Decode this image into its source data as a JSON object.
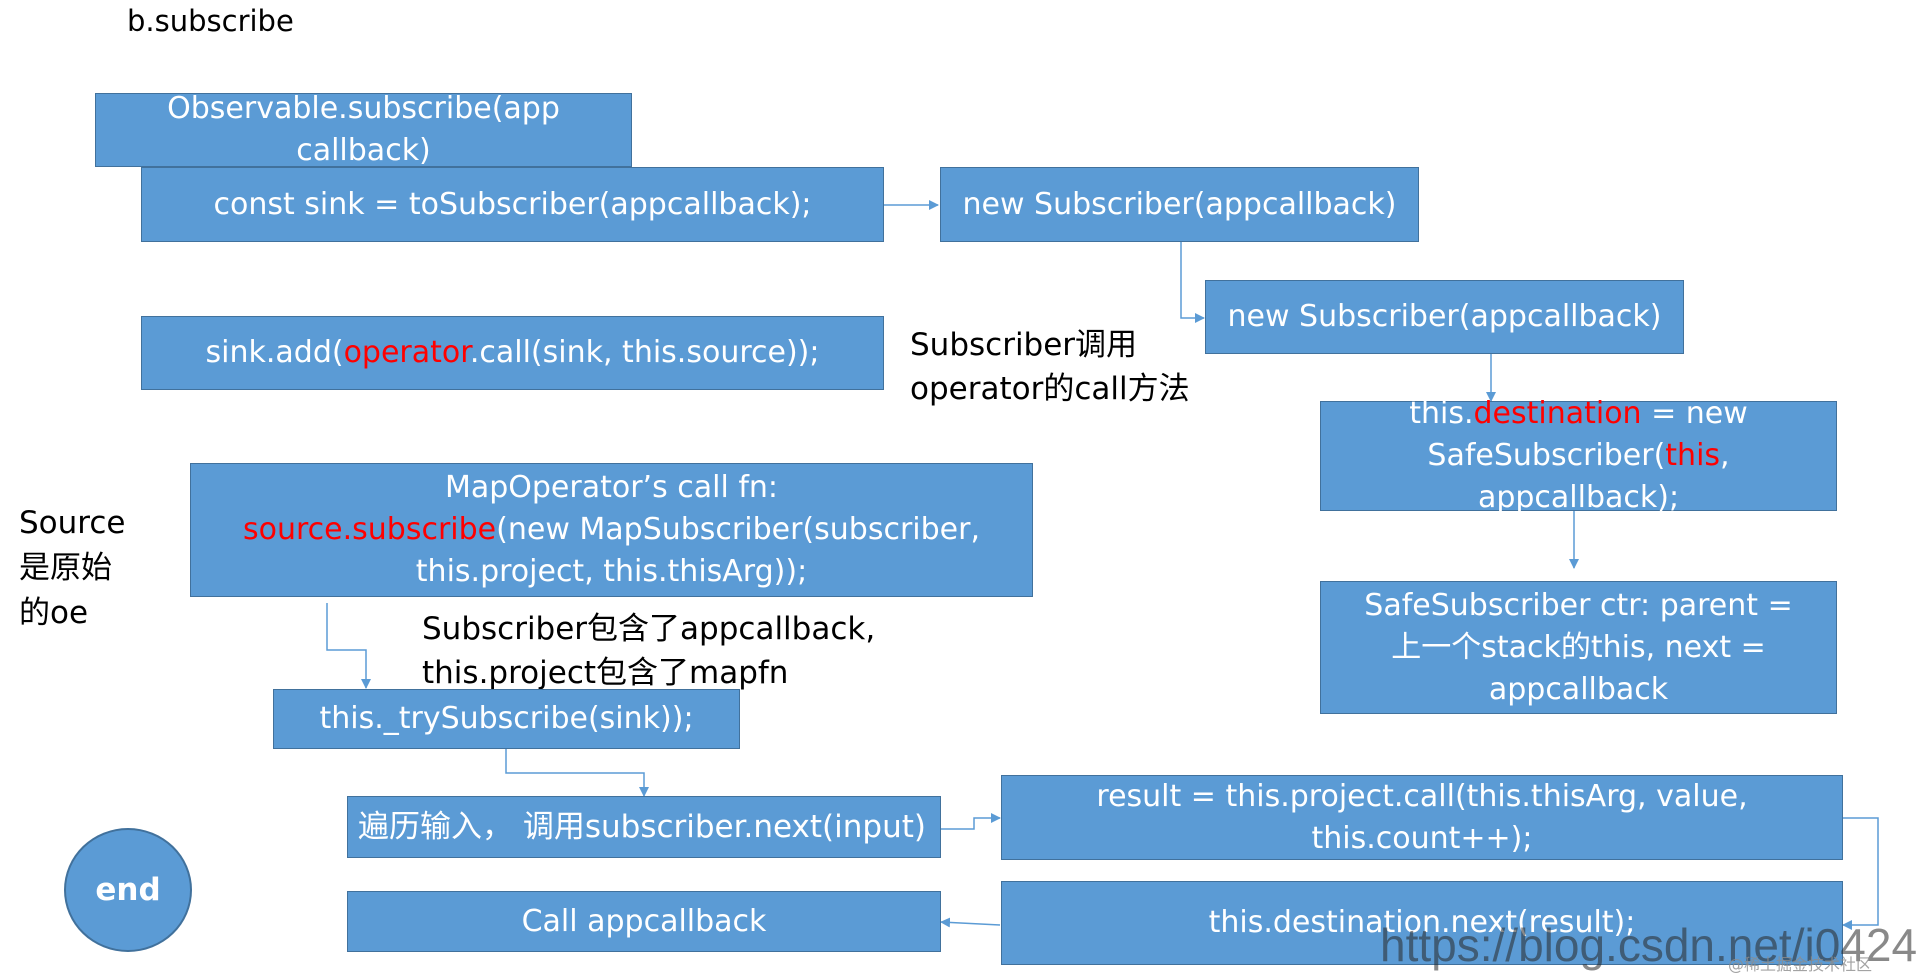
{
  "title": "b.subscribe",
  "boxes": {
    "observable_subscribe": "Observable.subscribe(app callback)",
    "const_sink": "const sink = toSubscriber(appcallback);",
    "new_subscriber_1": "new Subscriber(appcallback)",
    "new_subscriber_2": "new Subscriber(appcallback)",
    "sink_add": {
      "pre": "sink.add(",
      "red": "operator",
      "post": ".call(sink, this.source));"
    },
    "this_destination": {
      "pre": "this.",
      "red1": "destination",
      "mid": " = new SafeSubscriber(",
      "red2": "this",
      "post": ", appcallback);"
    },
    "map_operator": {
      "line1": "MapOperator’s call fn:",
      "red": "source.subscribe",
      "post": "(new MapSubscriber(subscriber, this.project, this.thisArg));"
    },
    "safe_subscriber": "SafeSubscriber ctr: parent = 上一个stack的this, next = appcallback",
    "try_subscribe": "this._trySubscribe(sink));",
    "iterate_input": "遍历输入， 调用subscriber.next(input)",
    "result_project": "result = this.project.call(this.thisArg, value, this.count++);",
    "call_appcallback": "Call appcallback",
    "destination_next": "this.destination.next(result);",
    "end": "end"
  },
  "notes": {
    "subscriber_call_1": "Subscriber调用",
    "subscriber_call_2": "operator的call方法",
    "source_1": "Source",
    "source_2": "是原始",
    "source_3": "的oe",
    "contains_1": "Subscriber包含了appcallback,",
    "contains_2": "this.project包含了mapfn"
  },
  "watermark": {
    "url": "https://blog.csdn.net/i0424",
    "community": "@稀土掘金技术社区"
  },
  "colors": {
    "box_fill": "#5b9bd5",
    "box_border": "#41719c",
    "highlight": "#ff0000"
  }
}
